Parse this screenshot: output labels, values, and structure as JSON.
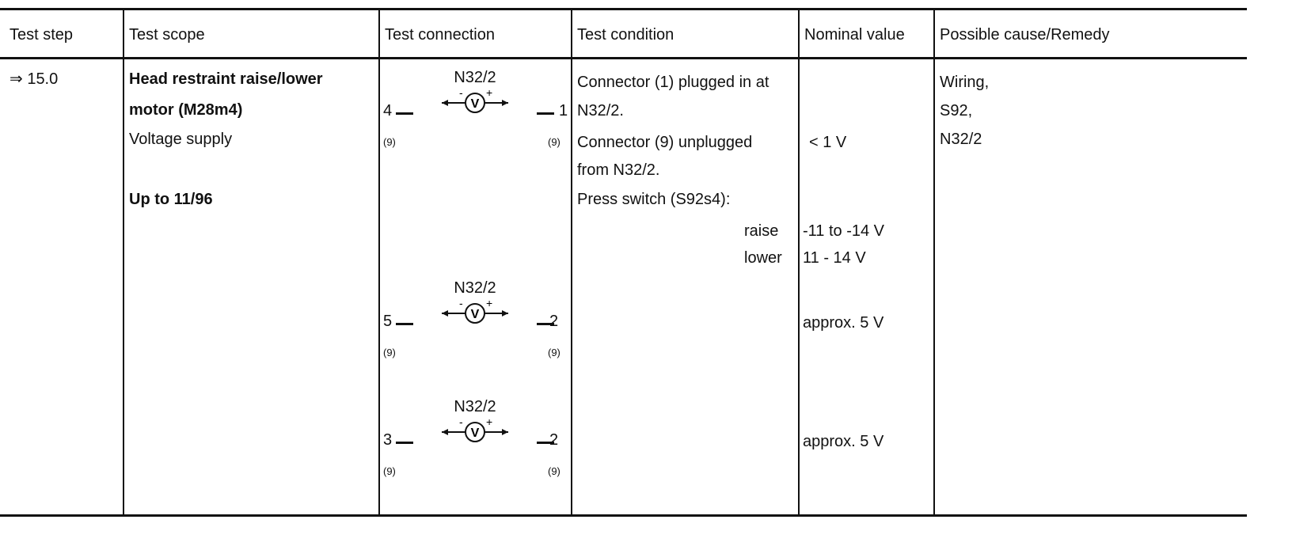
{
  "headers": {
    "test_step": "Test step",
    "test_scope": "Test scope",
    "test_connection": "Test connection",
    "test_condition": "Test condition",
    "nominal_value": "Nominal value",
    "possible_cause": "Possible cause/Remedy"
  },
  "row": {
    "step": "⇒ 15.0",
    "scope_title_1": "Head restraint raise/lower",
    "scope_title_2": "motor (M28m4)",
    "scope_sub": "Voltage supply",
    "scope_note": "Up to 11/96",
    "conditions": [
      "Connector (1) plugged in at",
      "N32/2.",
      "Connector (9) unplugged",
      "from N32/2.",
      "Press switch (S92s4):"
    ],
    "cond_raise": "raise",
    "cond_lower": "lower",
    "nominal": {
      "v1": "< 1 V",
      "raise": "-11 to -14 V",
      "lower": "11 - 14 V",
      "v2": "approx. 5 V",
      "v3": "approx. 5 V"
    },
    "causes": [
      "Wiring,",
      "S92,",
      "N32/2"
    ]
  },
  "connections": [
    {
      "component": "N32/2",
      "pin_left": "4",
      "pin_right": "1",
      "conn_left": "(9)",
      "conn_right": "(9)"
    },
    {
      "component": "N32/2",
      "pin_left": "5",
      "pin_right": "2",
      "conn_left": "(9)",
      "conn_right": "(9)"
    },
    {
      "component": "N32/2",
      "pin_left": "3",
      "pin_right": "2",
      "conn_left": "(9)",
      "conn_right": "(9)"
    }
  ],
  "meter_symbol": {
    "label": "V",
    "minus": "-",
    "plus": "+"
  }
}
